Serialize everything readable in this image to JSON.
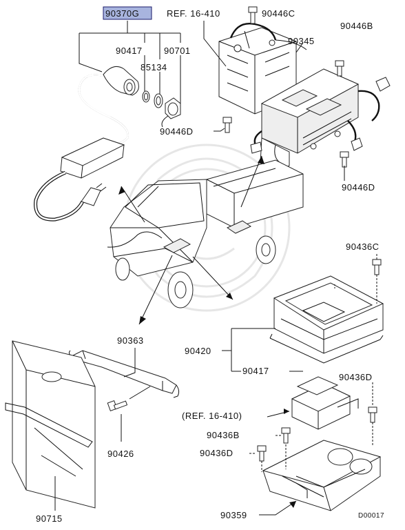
{
  "diagram": {
    "labels": {
      "p90370G": "90370G",
      "ref16_410_top": "REF. 16-410",
      "p90446C": "90446C",
      "p90446B": "90446B",
      "p90417_top": "90417",
      "p90701": "90701",
      "p90345": "90345",
      "p85134": "85134",
      "p90446D_left": "90446D",
      "p90446D_right": "90446D",
      "p90436C": "90436C",
      "p90363": "90363",
      "p90420": "90420",
      "p90417_bottom": "90417",
      "p90436D_right": "90436D",
      "ref16_410_bottom": "(REF. 16-410)",
      "p90436B": "90436B",
      "p90436D_left": "90436D",
      "p90426": "90426",
      "p90715": "90715",
      "p90359": "90359",
      "diagram_code": "D00017"
    },
    "highlight_color": "#a8b4de"
  }
}
